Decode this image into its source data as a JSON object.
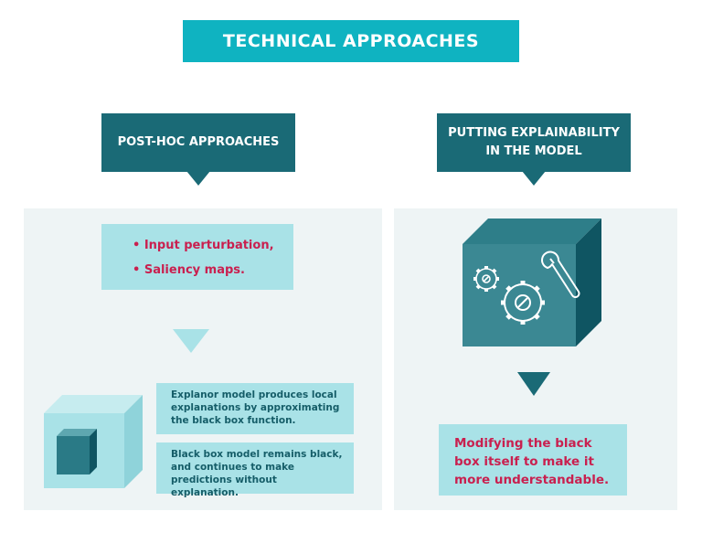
{
  "title": "TECHNICAL APPROACHES",
  "left": {
    "heading": "POST-HOC APPROACHES",
    "bullets": [
      "• Input perturbation,",
      "• Saliency maps."
    ],
    "explanor_text": "Explanor model produces local explanations by approximating the black box function.",
    "blackbox_text": "Black box model remains black, and continues to make predictions without explanation."
  },
  "right": {
    "heading": "PUTTING EXPLAINABILITY\nIN THE MODEL",
    "result_text": "Modifying the black box itself to make it more understandable."
  },
  "colors": {
    "title_bg": "#0fb3c1",
    "heading_bg": "#1a6a76",
    "light_box": "#a9e2e7",
    "panel_bg": "#eef4f5",
    "accent_text": "#c9204f",
    "dark_text": "#155d68",
    "cube_front": "#3b8893",
    "cube_side": "#0f5562"
  },
  "icons": [
    "light-cube-icon",
    "small-dark-cube-icon",
    "gear-cube-icon",
    "gear-icon",
    "wrench-icon",
    "down-arrow-icon"
  ]
}
